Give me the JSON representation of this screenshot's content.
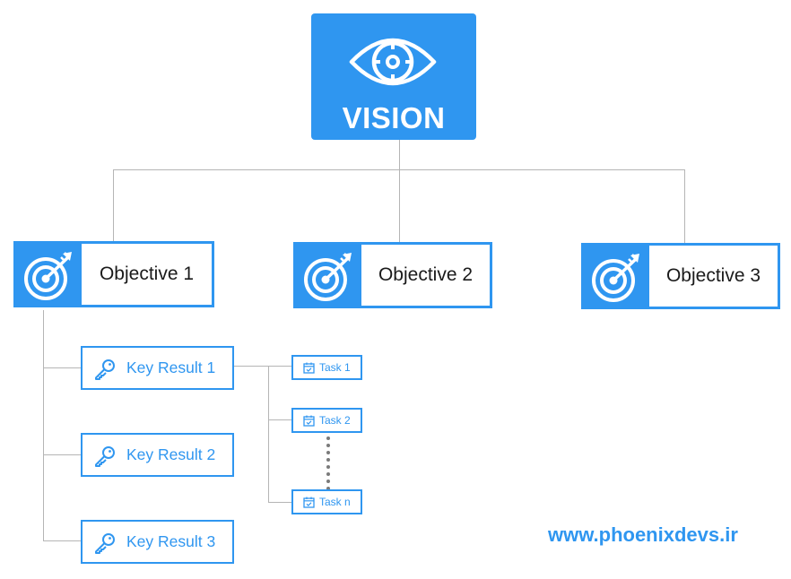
{
  "vision": {
    "title": "VISION"
  },
  "objectives": [
    {
      "label": "Objective 1"
    },
    {
      "label": "Objective 2"
    },
    {
      "label": "Objective 3"
    }
  ],
  "key_results": [
    {
      "label": "Key Result 1"
    },
    {
      "label": "Key Result 2"
    },
    {
      "label": "Key Result 3"
    }
  ],
  "tasks": [
    {
      "label": "Task 1"
    },
    {
      "label": "Task 2"
    },
    {
      "label": "Task n"
    }
  ],
  "footer": {
    "website": "www.phoenixdevs.ir"
  },
  "colors": {
    "accent": "#2f96f0",
    "connector": "#b5b5b5",
    "text": "#1a1a1a"
  },
  "icons": {
    "vision": "eye-icon",
    "objective": "target-arrow-icon",
    "key_result": "key-icon",
    "task": "calendar-check-icon"
  }
}
